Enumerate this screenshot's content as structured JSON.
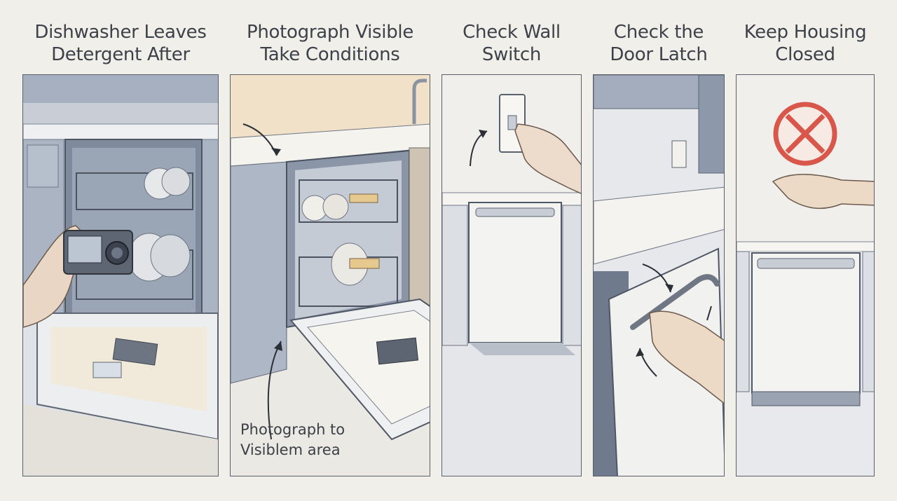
{
  "panels": [
    {
      "title": "Dishwasher Leaves\nDetergent After"
    },
    {
      "title": "Photograph Visible\nTake Conditions",
      "callout": "Photograph to\nVisiblem area"
    },
    {
      "title": "Check Wall\nSwitch"
    },
    {
      "title": "Check the\nDoor Latch"
    },
    {
      "title": "Keep Housing\nClosed"
    }
  ],
  "colors": {
    "background": "#f1efea",
    "panel_border": "#5a5f68",
    "cabinet_blue": "#9ea9bb",
    "countertop": "#f3f1ec",
    "warm_light": "#f1d9b2",
    "prohibition_red": "#d9574a"
  }
}
